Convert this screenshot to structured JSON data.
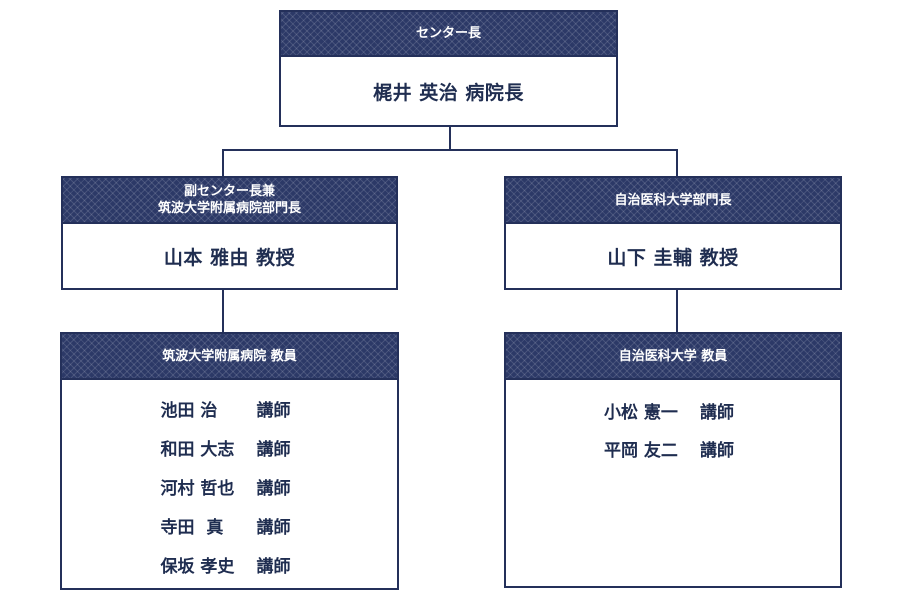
{
  "director": {
    "title": "センター長",
    "name": "梶井 英治 病院長"
  },
  "vice_director": {
    "title_line1": "副センター長兼",
    "title_line2": "筑波大学附属病院部門長",
    "name": "山本 雅由 教授"
  },
  "jichi_head": {
    "title": "自治医科大学部門長",
    "name": "山下 圭輔 教授"
  },
  "tsukuba_staff": {
    "title": "筑波大学附属病院 教員",
    "members": [
      {
        "name": "池田 治",
        "role": "講師"
      },
      {
        "name": "和田 大志",
        "role": "講師"
      },
      {
        "name": "河村 哲也",
        "role": "講師"
      },
      {
        "name": "寺田  真",
        "role": "講師"
      },
      {
        "name": "保坂 孝史",
        "role": "講師"
      }
    ]
  },
  "jichi_staff": {
    "title": "自治医科大学 教員",
    "members": [
      {
        "name": "小松 憲一",
        "role": "講師"
      },
      {
        "name": "平岡 友二",
        "role": "講師"
      }
    ]
  }
}
